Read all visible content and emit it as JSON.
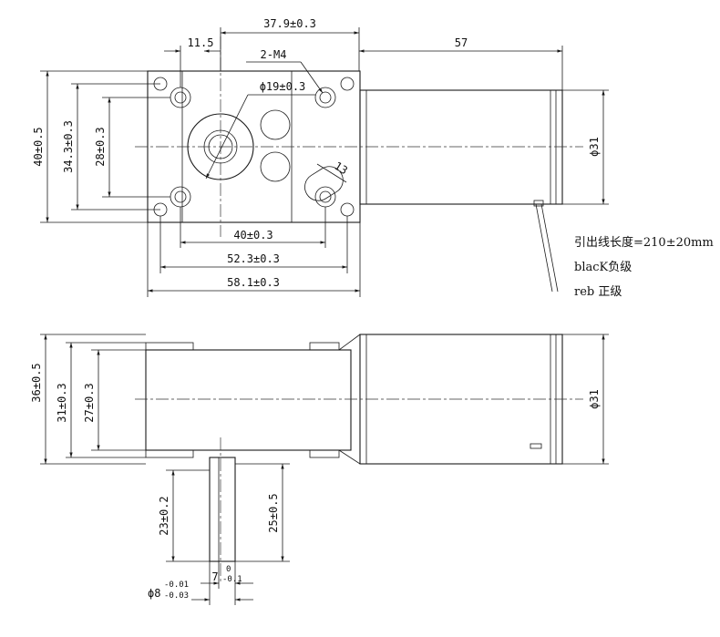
{
  "top_view": {
    "dim_37_9": "37.9±0.3",
    "dim_11_5": "11.5",
    "dim_57": "57",
    "dim_m4": "2-M4",
    "dim_phi19": "ϕ19±0.3",
    "dim_13": "13",
    "dim_40h": "40±0.3",
    "dim_52_3": "52.3±0.3",
    "dim_58_1": "58.1±0.3",
    "dim_40v": "40±0.5",
    "dim_34_3": "34.3±0.3",
    "dim_28": "28±0.3",
    "dim_phi31": "ϕ31"
  },
  "notes": {
    "lead_length": "引出线长度=210±20mm",
    "black": "blacK负级",
    "red": "reb  正级"
  },
  "side_view": {
    "dim_36": "36±0.5",
    "dim_31": "31±0.3",
    "dim_27": "27±0.3",
    "dim_phi31": "ϕ31",
    "dim_23": "23±0.2",
    "dim_25": "25±0.5",
    "dim_phi8": "ϕ8",
    "dim_phi8_upper": "-0.01",
    "dim_phi8_lower": "-0.03",
    "dim_7": "7",
    "dim_7_upper": "0",
    "dim_7_lower": "-0.1"
  }
}
